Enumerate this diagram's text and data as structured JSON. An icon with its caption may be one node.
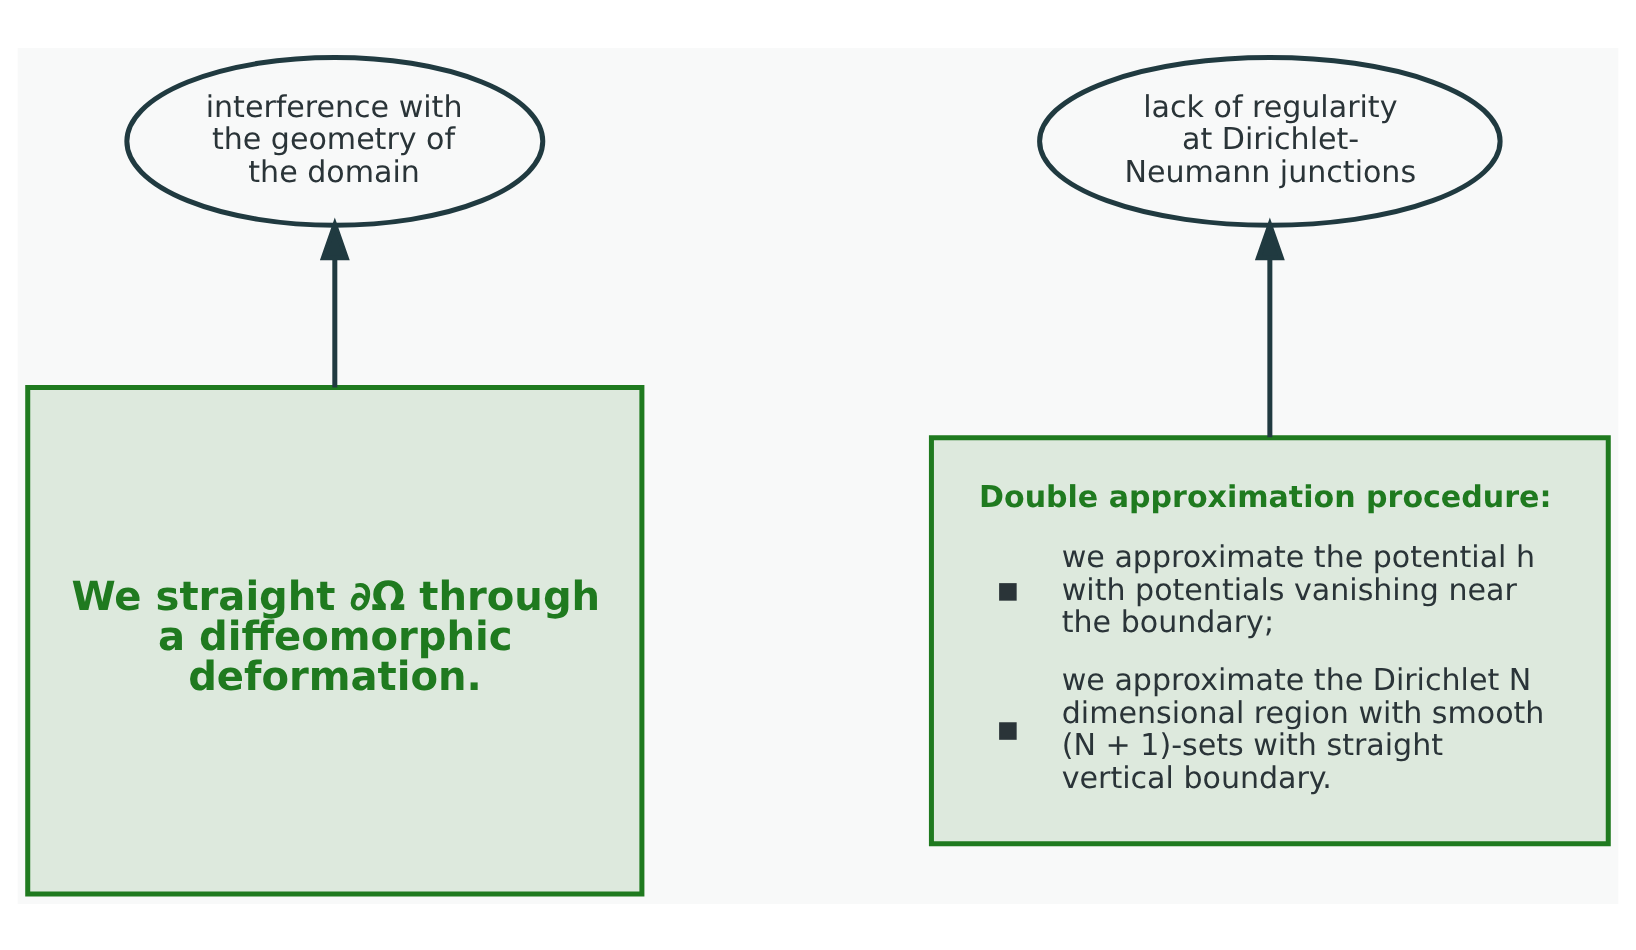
{
  "diagram": {
    "nodes": [
      {
        "text": [
          "interference with the geometry of the domain"
        ]
      },
      {
        "text": [
          "lack of regularity at Dirichlet-Neumann junctions"
        ]
      },
      {
        "text": [
          "We straight ∂Ω through a diffeomorphic deformation."
        ]
      },
      {
        "text": [
          "Double approximation procedure:",
          "we approximate the potential h with potentials vanishing near the boundary;",
          "we approximate the Dirichlet N dimensional region with smooth (N + 1)-sets with straight vertical boundary."
        ]
      }
    ],
    "edges": [
      {
        "from": 2,
        "to": 0,
        "arrow": "to"
      },
      {
        "from": 3,
        "to": 1,
        "arrow": "to"
      }
    ]
  }
}
